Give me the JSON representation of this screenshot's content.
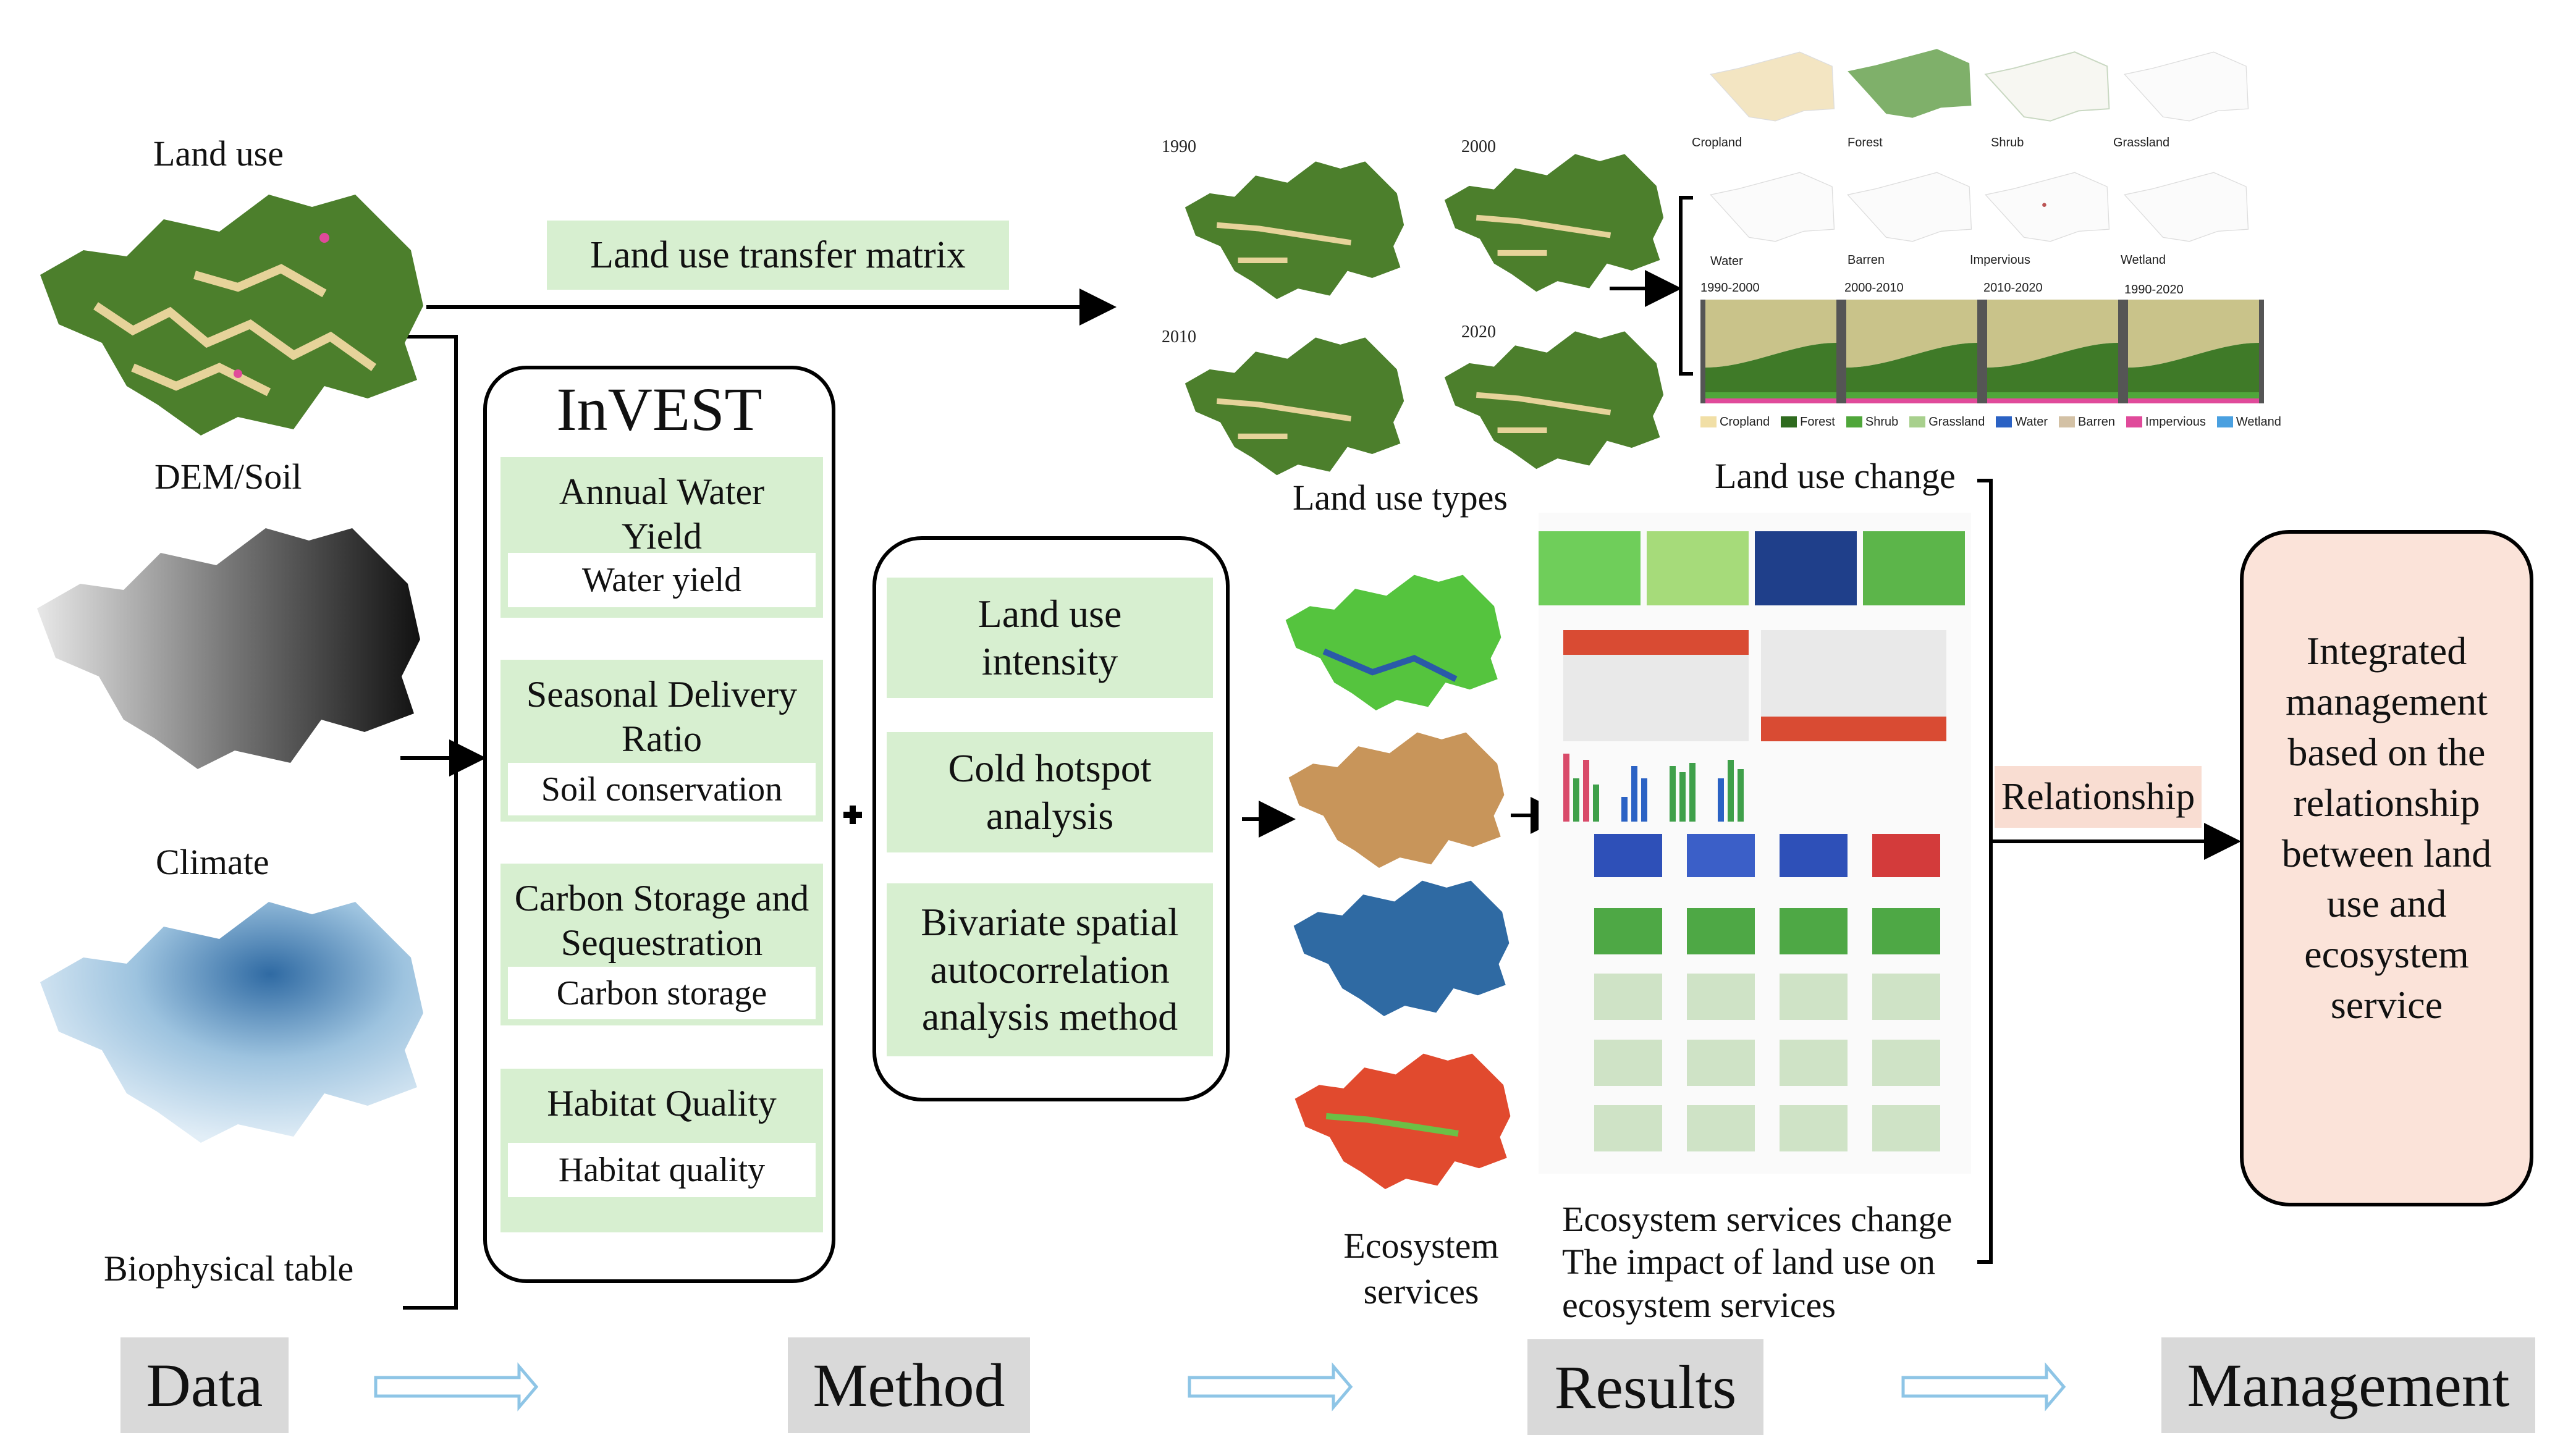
{
  "data_section": {
    "land_use": "Land use",
    "dem_soil": "DEM/Soil",
    "climate": "Climate",
    "biophysical_table": "Biophysical table"
  },
  "transfer_matrix": "Land use transfer matrix",
  "invest": {
    "title": "InVEST",
    "models": [
      {
        "name": "Annual Water Yield",
        "output": "Water yield"
      },
      {
        "name": "Seasonal Delivery Ratio",
        "output": "Soil conservation"
      },
      {
        "name": "Carbon Storage and Sequestration",
        "output": "Carbon storage"
      },
      {
        "name": "Habitat Quality",
        "output": "Habitat quality"
      }
    ]
  },
  "methods": [
    "Land use intensity",
    "Cold hotspot analysis",
    "Bivariate spatial autocorrelation analysis method"
  ],
  "results": {
    "years": [
      "1990",
      "2000",
      "2010",
      "2020"
    ],
    "land_use_types": "Land use types",
    "land_use_change": "Land use change",
    "class_maps": [
      "Cropland",
      "Forest",
      "Shrub",
      "Grassland",
      "Water",
      "Barren",
      "Impervious",
      "Wetland"
    ],
    "periods": [
      "1990-2000",
      "2000-2010",
      "2010-2020",
      "1990-2020"
    ],
    "legend": [
      {
        "label": "Cropland",
        "color": "#f1dfa6"
      },
      {
        "label": "Forest",
        "color": "#2f6b1f"
      },
      {
        "label": "Shrub",
        "color": "#4fa63a"
      },
      {
        "label": "Grassland",
        "color": "#a8d08d"
      },
      {
        "label": "Water",
        "color": "#2b62c4"
      },
      {
        "label": "Barren",
        "color": "#d3c1a5"
      },
      {
        "label": "Impervious",
        "color": "#e04a9a"
      },
      {
        "label": "Wetland",
        "color": "#4aa0e0"
      }
    ],
    "ecosystem_services": "Ecosystem services",
    "es_change": "Ecosystem services change",
    "impact": "The impact of land use on ecosystem services",
    "relationship": "Relationship"
  },
  "management_box": "Integrated management based on the relationship between land use and ecosystem service",
  "stages": [
    "Data",
    "Method",
    "Results",
    "Management"
  ]
}
